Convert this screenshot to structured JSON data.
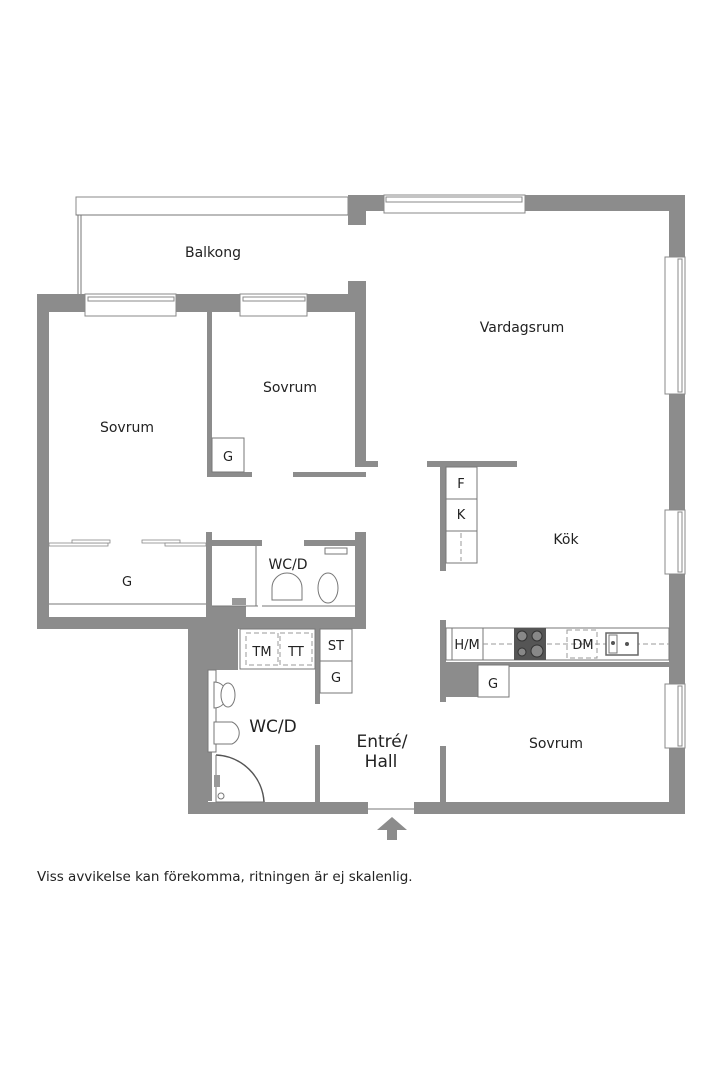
{
  "rooms": {
    "balcony": "Balkong",
    "living_room": "Vardagsrum",
    "bedroom_left": "Sovrum",
    "bedroom_middle": "Sovrum",
    "bedroom_right": "Sovrum",
    "kitchen": "Kök",
    "wc_upper": "WC/D",
    "wc_lower": "WC/D",
    "entrance_line1": "Entré/",
    "entrance_line2": "Hall"
  },
  "fixtures": {
    "wardrobe_left_bedroom": "G",
    "wardrobe_middle_bedroom": "G",
    "wardrobe_hall": "G",
    "wardrobe_right_bedroom": "G",
    "fridge": "F",
    "freezer": "K",
    "washing_machine": "TM",
    "tumble_dryer": "TT",
    "storage": "ST",
    "oven_microwave": "H/M",
    "dishwasher": "DM"
  },
  "entrance_arrow": "arrow-up-icon",
  "disclaimer": "Viss avvikelse kan förekomma, ritningen är ej skalenlig.",
  "colors": {
    "wall": "#8c8c8c",
    "background": "#ffffff",
    "text": "#222222"
  }
}
